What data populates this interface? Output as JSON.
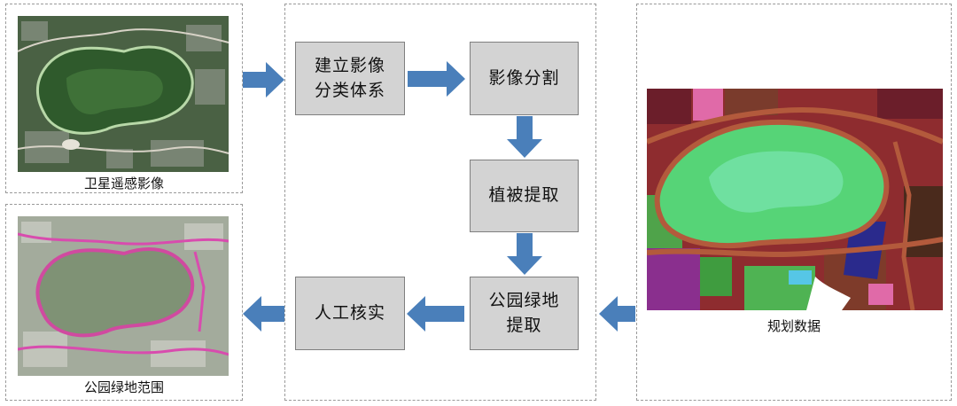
{
  "captions": {
    "satellite": "卫星遥感影像",
    "park_range": "公园绿地范围",
    "planning": "规划数据"
  },
  "steps": {
    "build_system": "建立影像\n分类体系",
    "segmentation": "影像分割",
    "vegetation": "植被提取",
    "park_extract": "公园绿地\n提取",
    "manual_check": "人工核实"
  },
  "colors": {
    "arrow": "#4a7fba",
    "box_fill": "#d3d3d3",
    "box_border": "#7f7f7f",
    "panel_border": "#9a9a9a"
  }
}
